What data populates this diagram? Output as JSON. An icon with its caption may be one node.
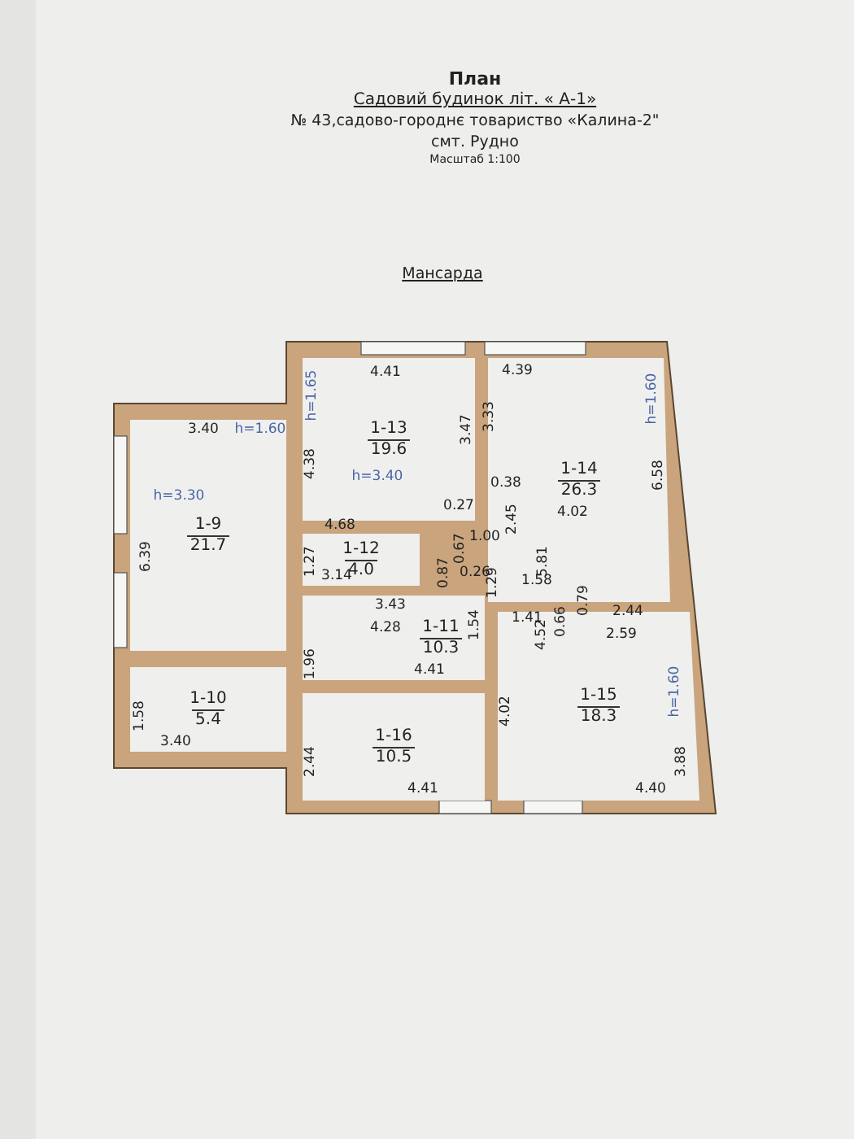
{
  "diagram": {
    "title": "План",
    "nodes": [
      {
        "text": [
          "1-13",
          "19.6"
        ]
      },
      {
        "text": [
          "1-14",
          "26.3"
        ]
      },
      {
        "text": [
          "1-9",
          "21.7"
        ]
      },
      {
        "text": [
          "1-12",
          "4.0"
        ]
      },
      {
        "text": [
          "1-11",
          "10.3"
        ]
      },
      {
        "text": [
          "1-10",
          "5.4"
        ]
      },
      {
        "text": [
          "1-16",
          "10.5"
        ]
      },
      {
        "text": [
          "1-15",
          "18.3"
        ]
      }
    ],
    "labels": [
      "Садовий будинок літ. « А-1»",
      "№ 43,садово-городнє товариство «Калина-2\"",
      "смт. Рудно",
      "Масштаб 1:100",
      "Мансарда",
      "4.41",
      "4.39",
      "h=1.65",
      "h=1.60",
      "3.40",
      "h=1.60",
      "3.47",
      "3.33",
      "4.38",
      "h=3.40",
      "6.58",
      "0.38",
      "0.27",
      "2.45",
      "4.02",
      "h=3.30",
      "4.68",
      "6.39",
      "1.27",
      "0.67",
      "1.00",
      "0.26",
      "0.87",
      "5.81",
      "3.14",
      "1.29",
      "1.58",
      "1.41",
      "0.66",
      "0.79",
      "2.44",
      "3.43",
      "4.28",
      "1.54",
      "4.52",
      "2.59",
      "1.96",
      "4.41",
      "1.58",
      "4.02",
      "h=1.60",
      "3.40",
      "2.44",
      "3.88",
      "4.41",
      "4.40"
    ]
  }
}
